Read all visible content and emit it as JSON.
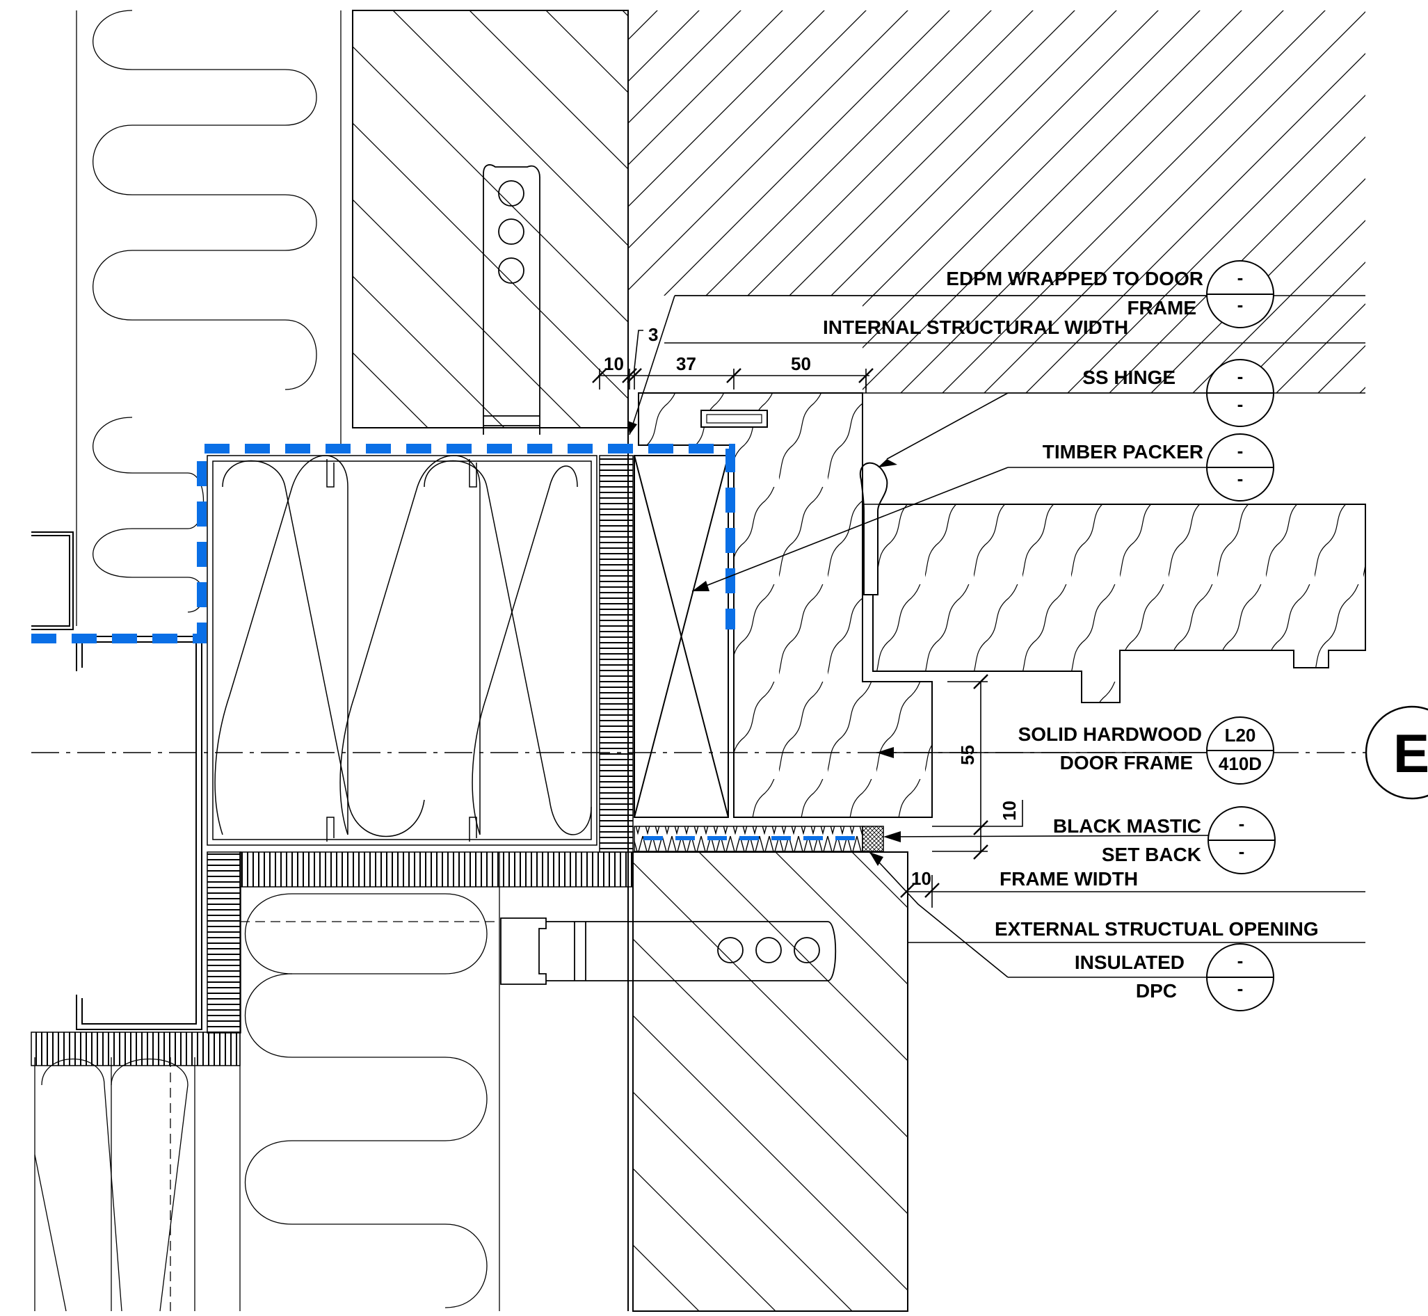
{
  "dimensions": {
    "d3": "3",
    "d10a": "10",
    "d37": "37",
    "d50": "50",
    "d55": "55",
    "d10b": "10",
    "d10c": "10"
  },
  "callouts": [
    {
      "line1": "EDPM WRAPPED TO DOOR",
      "line2": "FRAME",
      "top": "-",
      "bottom": "-"
    },
    {
      "line1": "SS HINGE",
      "line2": "",
      "top": "-",
      "bottom": "-"
    },
    {
      "line1": "TIMBER PACKER",
      "line2": "",
      "top": "-",
      "bottom": "-"
    },
    {
      "line1": "SOLID HARDWOOD",
      "line2": "DOOR FRAME",
      "top": "L20",
      "bottom": "410D"
    },
    {
      "line1": "BLACK MASTIC",
      "line2": "SET BACK",
      "top": "-",
      "bottom": "-"
    },
    {
      "line1": "INSULATED",
      "line2": "DPC",
      "top": "-",
      "bottom": "-"
    }
  ],
  "dimension_labels": {
    "internal": "INTERNAL STRUCTURAL WIDTH",
    "frame": "FRAME WIDTH",
    "external": "EXTERNAL STRUCTUAL OPENING"
  },
  "section_marker": "E",
  "colors": {
    "line": "#000000",
    "highlight": "#0a6fe6",
    "background": "#ffffff"
  }
}
